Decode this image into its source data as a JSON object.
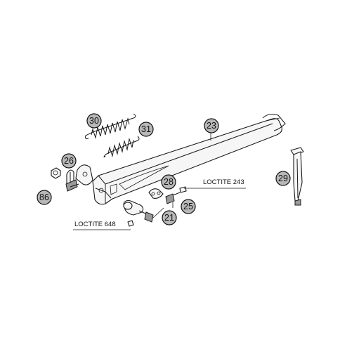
{
  "diagram": {
    "callouts": [
      {
        "id": "30",
        "label": "30"
      },
      {
        "id": "31",
        "label": "31"
      },
      {
        "id": "23",
        "label": "23"
      },
      {
        "id": "26",
        "label": "26"
      },
      {
        "id": "86",
        "label": "86"
      },
      {
        "id": "28",
        "label": "28"
      },
      {
        "id": "25",
        "label": "25"
      },
      {
        "id": "21",
        "label": "21"
      },
      {
        "id": "29",
        "label": "29"
      }
    ],
    "notes": {
      "loctite_243": "LOCTITE 243",
      "loctite_648": "LOCTITE 648"
    }
  }
}
